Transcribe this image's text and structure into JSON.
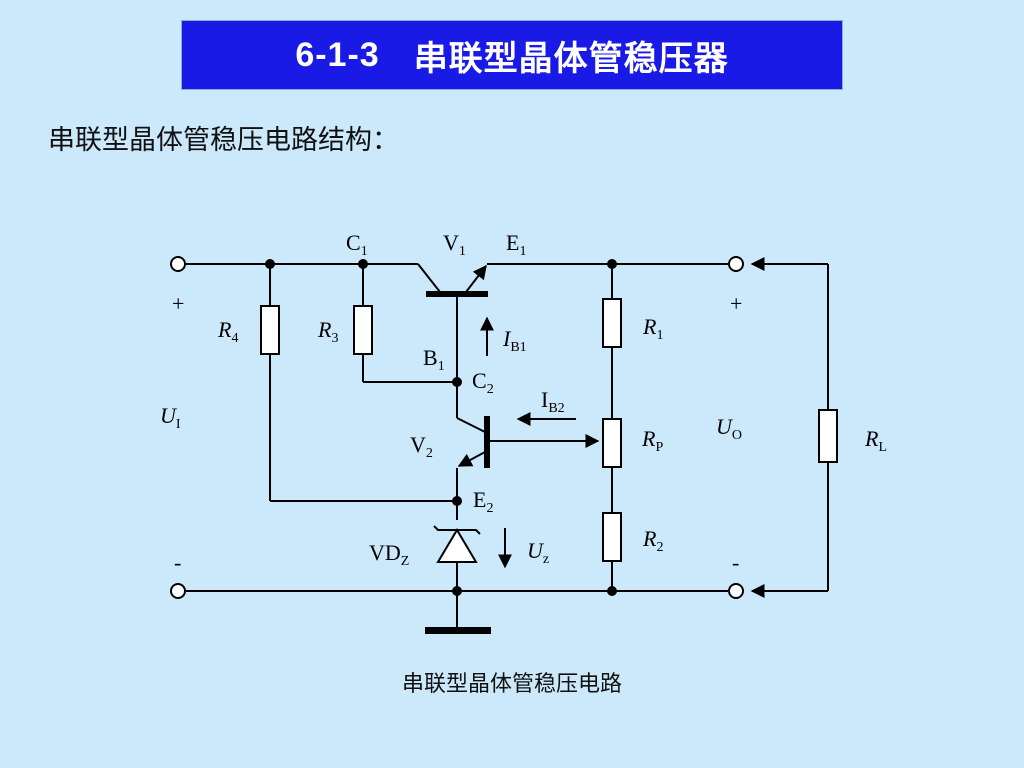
{
  "title": {
    "number": "6-1-3",
    "text": "串联型晶体管稳压器"
  },
  "heading": "串联型晶体管稳压电路结构：",
  "caption": "串联型晶体管稳压电路",
  "labels": {
    "C1": "C",
    "C1_sub": "1",
    "V1": "V",
    "V1_sub": "1",
    "E1": "E",
    "E1_sub": "1",
    "plus_in": "+",
    "plus_out": "+",
    "minus_in": "-",
    "minus_out": "-",
    "R4": "R",
    "R4_sub": "4",
    "R3": "R",
    "R3_sub": "3",
    "IB1": "I",
    "IB1_sub": "B1",
    "R1": "R",
    "R1_sub": "1",
    "B1": "B",
    "B1_sub": "1",
    "C2": "C",
    "C2_sub": "2",
    "IB2": "I",
    "IB2_sub": "B2",
    "UI": "U",
    "UI_sub": "I",
    "UO": "U",
    "UO_sub": "O",
    "RP": "R",
    "RP_sub": "P",
    "RL": "R",
    "RL_sub": "L",
    "V2": "V",
    "V2_sub": "2",
    "E2": "E",
    "E2_sub": "2",
    "R2": "R",
    "R2_sub": "2",
    "VDZ": "VD",
    "VDZ_sub": "Z",
    "UZ": "U",
    "UZ_sub": "z"
  },
  "colors": {
    "title_bg": "#1a1ae6",
    "background": "#cce9fb",
    "wire": "#000000"
  }
}
